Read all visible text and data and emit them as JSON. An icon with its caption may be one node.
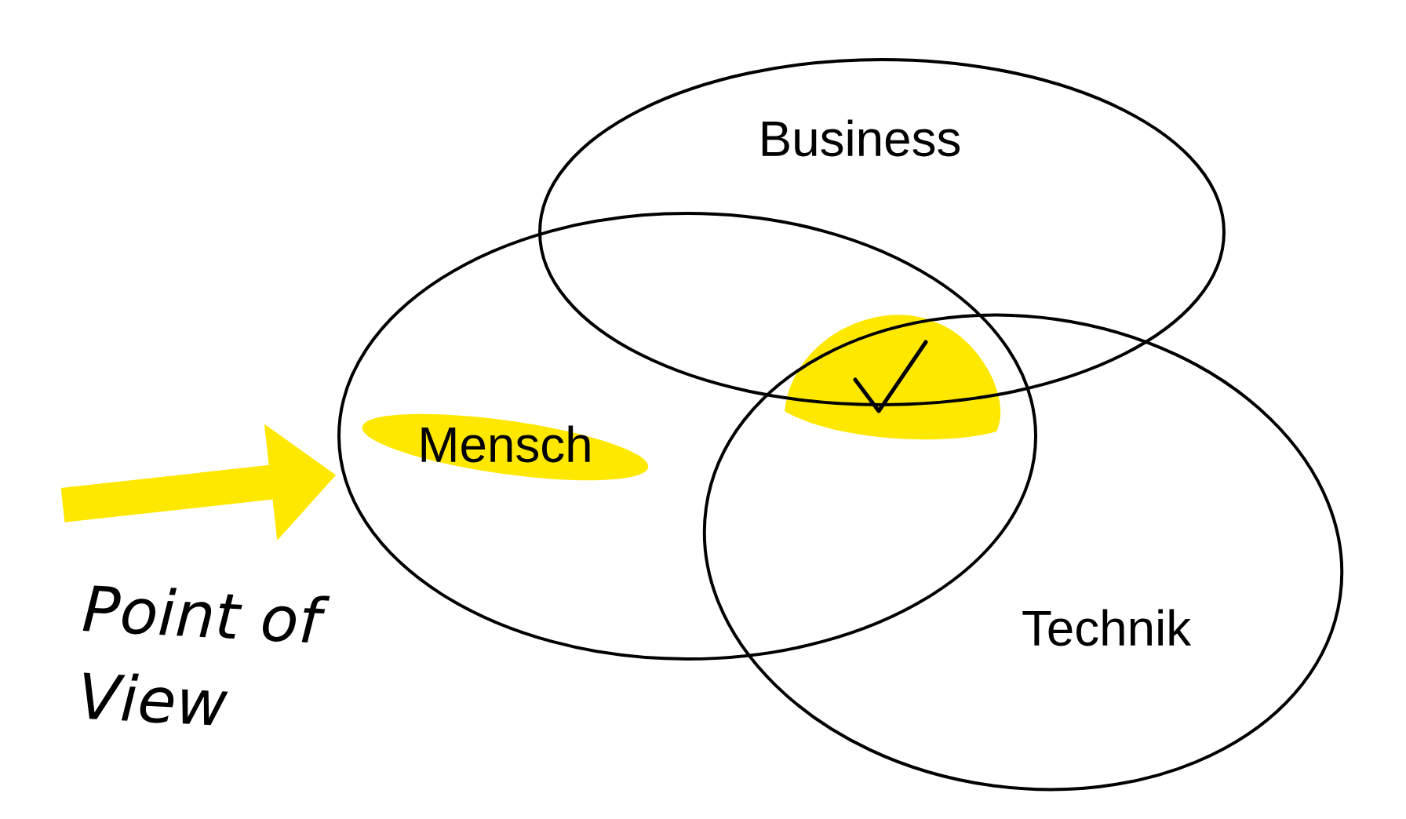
{
  "diagram": {
    "nodes": [
      {
        "text": [
          "Business"
        ]
      },
      {
        "text": [
          "Mensch"
        ]
      },
      {
        "text": [
          "Technik"
        ]
      }
    ],
    "edges": [
      {
        "from": null,
        "to": 1,
        "arrow": "to"
      }
    ],
    "labels": [
      "Point of View"
    ]
  }
}
